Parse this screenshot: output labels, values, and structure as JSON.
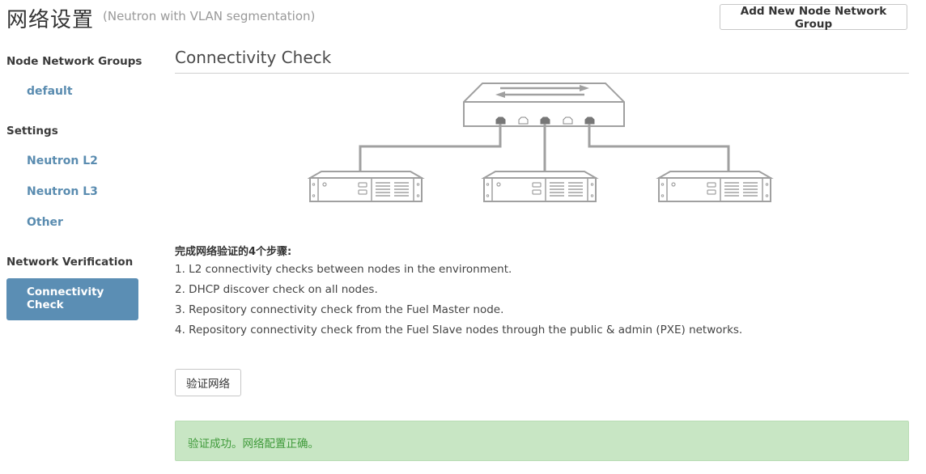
{
  "header": {
    "title": "网络设置",
    "subtitle": "(Neutron with VLAN segmentation)",
    "add_group_label": "Add New Node Network Group"
  },
  "sidebar": {
    "groups_heading": "Node Network Groups",
    "groups": [
      {
        "label": "default"
      }
    ],
    "settings_heading": "Settings",
    "settings": [
      {
        "label": "Neutron L2"
      },
      {
        "label": "Neutron L3"
      },
      {
        "label": "Other"
      }
    ],
    "verification_heading": "Network Verification",
    "verification_active": "Connectivity Check"
  },
  "main": {
    "section_title": "Connectivity Check",
    "steps_heading": "完成网络验证的4个步骤:",
    "steps": [
      "1. L2 connectivity checks between nodes in the environment.",
      "2. DHCP discover check on all nodes.",
      "3. Repository connectivity check from the Fuel Master node.",
      "4. Repository connectivity check from the Fuel Slave nodes through the public & admin (PXE) networks."
    ],
    "verify_button_label": "验证网络",
    "result_message": "验证成功。网络配置正确。"
  },
  "diagram": {
    "switch_icon": "network-switch-icon",
    "node_icon": "server-node-icon",
    "node_count": 3
  },
  "colors": {
    "link": "#5a8cb0",
    "active_nav_bg": "#5b8eb4",
    "success_bg": "#c8e6c4",
    "success_text": "#3f9a3a",
    "diagram_stroke": "#a0a0a0"
  }
}
